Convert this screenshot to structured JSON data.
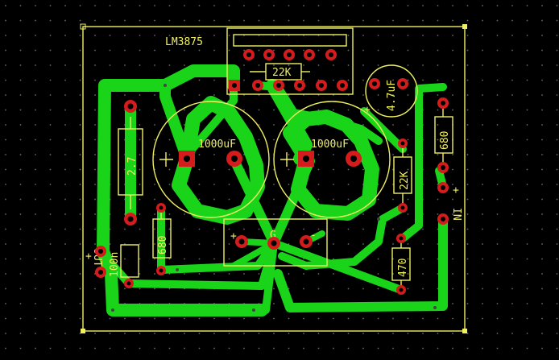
{
  "colors": {
    "background": "#000000",
    "copper": "#19d419",
    "pad": "#d41c1c",
    "silkscreen": "#f0f060",
    "grid_dot": "#6a6a6a"
  },
  "labels": {
    "ic": "LM3875",
    "r_22k_top": "22K",
    "cap_small": "4.7uF",
    "cap_left": "1000uF",
    "cap_right": "1000uF",
    "r_2_7": "2.7",
    "r_680_right": "680",
    "r_22k_right": "22K",
    "r_680_left": "680",
    "r_100n": "100n",
    "r_470": "470",
    "ground": "G",
    "plus_conn": "+",
    "minus_conn": "-",
    "plus_in": "+",
    "in": "IN",
    "out": "OUT",
    "plus_out": "+",
    "cap_plus_left": "+",
    "cap_plus_right": "+",
    "cap_plus_small": "+"
  }
}
